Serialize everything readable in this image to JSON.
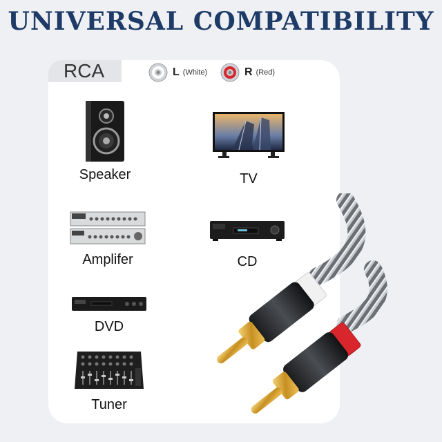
{
  "title": "UNIVERSAL COMPATIBILITY",
  "connector": {
    "type_label": "RCA",
    "left": {
      "letter": "L",
      "color_name": "(White)",
      "color": "#ffffff"
    },
    "right": {
      "letter": "R",
      "color_name": "(Red)",
      "color": "#d9262c"
    }
  },
  "devices": [
    {
      "label": "Speaker",
      "icon": "speaker-icon"
    },
    {
      "label": "TV",
      "icon": "tv-icon"
    },
    {
      "label": "Amplifer",
      "icon": "amplifier-icon"
    },
    {
      "label": "CD",
      "icon": "cd-player-icon"
    },
    {
      "label": "DVD",
      "icon": "dvd-player-icon"
    },
    {
      "label": "Tuner",
      "icon": "mixer-icon"
    }
  ],
  "colors": {
    "title": "#1e3a66",
    "panel": "#ffffff",
    "background": "#eef0f3",
    "plug_gold": "#d6a83a"
  }
}
